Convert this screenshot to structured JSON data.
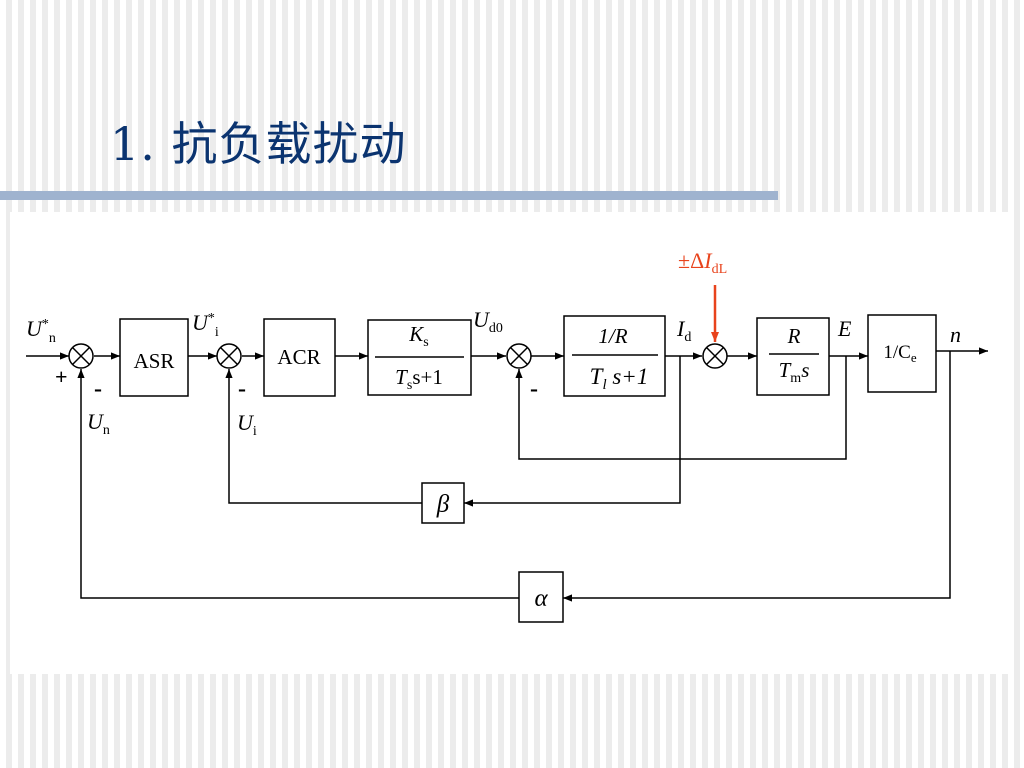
{
  "title": "1.  抗负载扰动",
  "diagram": {
    "input_label": {
      "main": "U",
      "sup": "*",
      "sub": "n"
    },
    "blocks": {
      "asr": "ASR",
      "acr": "ACR",
      "ks": {
        "num_main": "K",
        "num_sub": "s",
        "den_main": "T",
        "den_sub": "s",
        "den_rest": "s+1"
      },
      "resistance": {
        "num": "1/R",
        "den_main": "T",
        "den_sub": "l",
        "den_rest": " s+1"
      },
      "motor": {
        "num": "R",
        "den_main": "T",
        "den_sub": "m",
        "den_rest": "s"
      },
      "ce": {
        "main": "1/C",
        "sub": "e"
      },
      "beta": "β",
      "alpha": "α"
    },
    "signals": {
      "ui_star": {
        "main": "U",
        "sup": "*",
        "sub": "i"
      },
      "ud0": {
        "main": "U",
        "sub": "d0"
      },
      "id": {
        "main": "I",
        "sub": "d"
      },
      "e": "E",
      "n": "n",
      "un": {
        "main": "U",
        "sub": "n"
      },
      "ui": {
        "main": "U",
        "sub": "i"
      },
      "disturbance": {
        "prefix": "±Δ",
        "main": "I",
        "sub": "dL"
      }
    },
    "signs": {
      "plus": "+",
      "minus": "-"
    },
    "colors": {
      "disturbance": "#e8431c",
      "title": "#0b3470"
    }
  }
}
